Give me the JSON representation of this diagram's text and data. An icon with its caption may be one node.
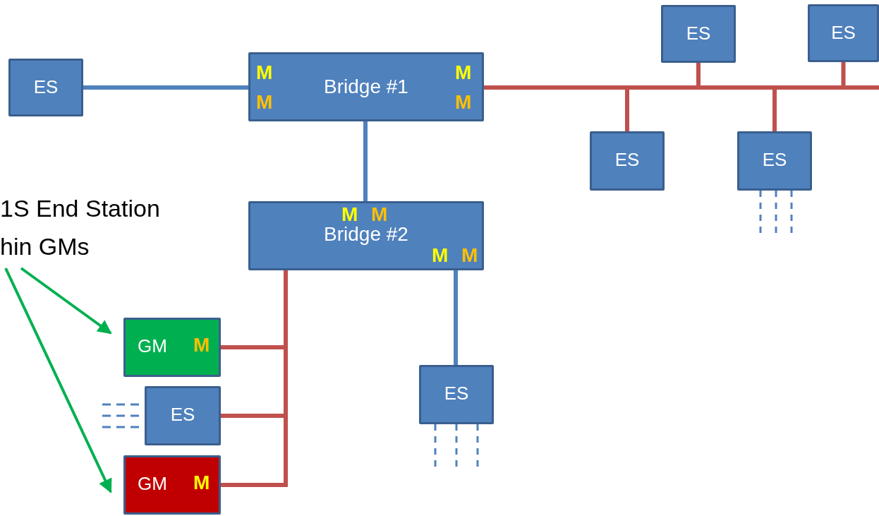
{
  "diagram": {
    "nodes": [
      {
        "text": [
          "1S End Station hin GMs"
        ]
      },
      {
        "text": [
          "ES"
        ]
      },
      {
        "text": [
          "M",
          "Bridge #1",
          "M",
          "M",
          "M"
        ]
      },
      {
        "text": [
          "ES"
        ]
      },
      {
        "text": [
          "ES"
        ]
      },
      {
        "text": [
          "ES"
        ]
      },
      {
        "text": [
          "ES"
        ]
      },
      {
        "text": [
          "M",
          "M",
          "Bridge #2",
          "M",
          "M"
        ]
      },
      {
        "text": [
          "GM",
          "M"
        ]
      },
      {
        "text": [
          "ES"
        ]
      },
      {
        "text": [
          "GM",
          "M"
        ]
      },
      {
        "text": [
          "ES"
        ]
      }
    ],
    "edges": [
      {
        "from": 1,
        "to": 2,
        "arrow": "none",
        "color": "#4f81bd"
      },
      {
        "from": 2,
        "to": 3,
        "arrow": "none"
      },
      {
        "from": 2,
        "to": 4,
        "arrow": "none"
      },
      {
        "from": 2,
        "to": 5,
        "arrow": "none"
      },
      {
        "from": 2,
        "to": 6,
        "arrow": "none"
      },
      {
        "from": 2,
        "to": 7,
        "arrow": "none",
        "color": "#4f81bd"
      },
      {
        "from": 7,
        "to": 8,
        "arrow": "none"
      },
      {
        "from": 7,
        "to": 9,
        "arrow": "none"
      },
      {
        "from": 7,
        "to": 10,
        "arrow": "none"
      },
      {
        "from": 7,
        "to": 11,
        "arrow": "none",
        "color": "#4f81bd"
      },
      {
        "from": 0,
        "to": 8,
        "arrow": "to",
        "color": "#00b050"
      },
      {
        "from": 0,
        "to": 10,
        "arrow": "to",
        "color": "#00b050"
      }
    ]
  }
}
